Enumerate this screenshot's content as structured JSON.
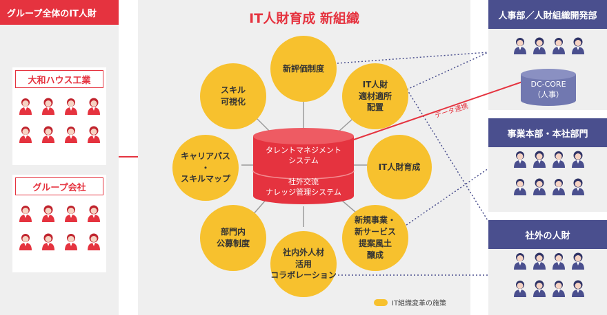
{
  "main_title": "IT人財育成 新組織",
  "left": {
    "header": "グループ全体のIT人財",
    "box1_title": "大和ハウス工業",
    "box2_title": "グループ会社"
  },
  "center": {
    "db_top": "タレントマネジメント\nシステム",
    "db_bottom": "社外交流\nナレッジ管理システム",
    "circles": [
      "新評価制度",
      "IT人財\n適材適所\n配置",
      "IT人財育成",
      "新規事業・\n新サービス\n提案風土\n醸成",
      "社内外人材\n活用\nコラボレーション",
      "部門内\n公募制度",
      "キャリアパス\n・\nスキルマップ",
      "スキル\n可視化"
    ],
    "link_label": "データ連携",
    "legend": "IT組織変革の施策"
  },
  "right": {
    "header1": "人事部／人財組織開発部",
    "dc_core": "DC-CORE\n（人事）",
    "header2": "事業本部・本社部門",
    "header3": "社外の人財"
  },
  "colors": {
    "red": "#e5333f",
    "navy": "#4a4f8e",
    "yellow": "#f7c12e",
    "panel": "#efefef"
  }
}
